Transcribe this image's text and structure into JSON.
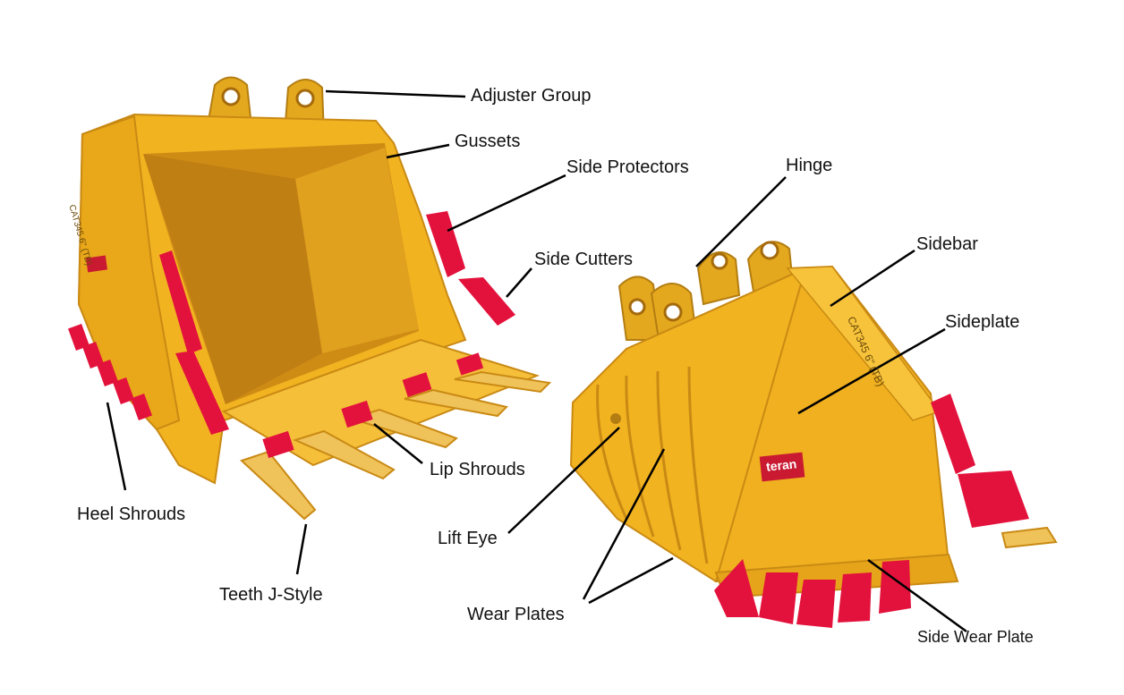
{
  "labels": {
    "adjuster_group": "Adjuster Group",
    "gussets": "Gussets",
    "side_protectors": "Side Protectors",
    "hinge": "Hinge",
    "side_cutters": "Side Cutters",
    "sidebar": "Sidebar",
    "sideplate": "Sideplate",
    "lip_shrouds": "Lip Shrouds",
    "heel_shrouds": "Heel Shrouds",
    "lift_eye": "Lift Eye",
    "teeth_j_style": "Teeth J-Style",
    "wear_plates": "Wear Plates",
    "side_wear_plate": "Side Wear Plate"
  },
  "stencil": {
    "left_bucket": "CAT345 6\" (TB)",
    "right_bucket": "CAT345 6\" (TB)"
  },
  "brand": {
    "logo_text": "teran"
  },
  "colors": {
    "bucket_yellow": "#f2b321",
    "bucket_shadow": "#c98a14",
    "bucket_dark": "#a46a0c",
    "wear_red": "#e3123c",
    "tooth_tan": "#f0c25a",
    "text": "#111111"
  }
}
